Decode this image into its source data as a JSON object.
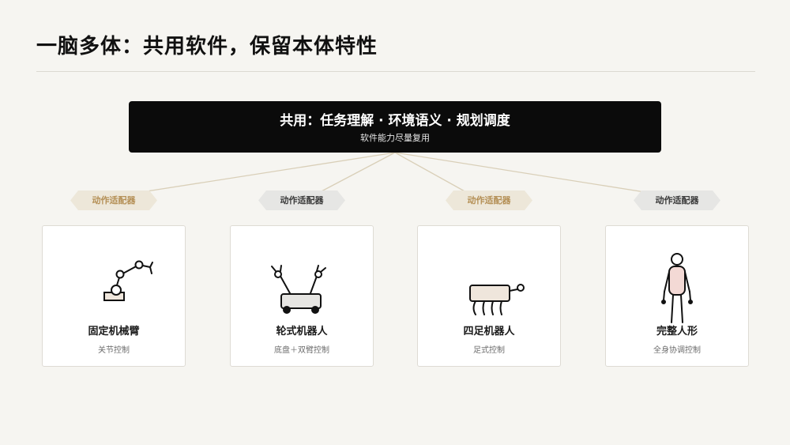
{
  "title": "一脑多体：共用软件，保留本体特性",
  "hub": {
    "title": "共用：任务理解 · 环境语义 · 规划调度",
    "subtitle": "软件能力尽量复用"
  },
  "adapters": [
    {
      "label": "动作适配器",
      "style": "beige"
    },
    {
      "label": "动作适配器",
      "style": "gray"
    },
    {
      "label": "动作适配器",
      "style": "beige"
    },
    {
      "label": "动作适配器",
      "style": "gray"
    }
  ],
  "bodies": [
    {
      "name": "固定机械臂",
      "desc": "关节控制",
      "icon": "robot-arm-icon"
    },
    {
      "name": "轮式机器人",
      "desc": "底盘＋双臂控制",
      "icon": "wheeled-robot-icon"
    },
    {
      "name": "四足机器人",
      "desc": "足式控制",
      "icon": "quadruped-robot-icon"
    },
    {
      "name": "完整人形",
      "desc": "全身协调控制",
      "icon": "humanoid-robot-icon"
    }
  ],
  "colors": {
    "hub_bg": "#0b0b0b",
    "beige_tag_bg": "#ede7d9",
    "beige_tag_text": "#b48f55",
    "gray_tag_bg": "#e6e6e4",
    "connector": "#d9cfb8"
  }
}
